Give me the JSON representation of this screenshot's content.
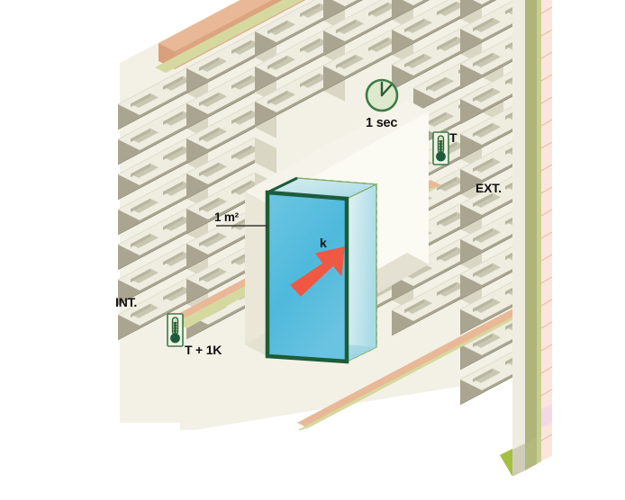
{
  "diagram": {
    "title": "Thermal conductivity through a wall assembly",
    "type": "isometric-technical-illustration",
    "background_color": "#ffffff",
    "labels": {
      "interior": "INT.",
      "exterior": "EXT.",
      "time": "1 sec",
      "temperature_exterior": "T",
      "temperature_interior": "T + 1K",
      "area": "1 m²",
      "conductivity_symbol": "k"
    },
    "icons": {
      "clock": "clock-icon",
      "thermometer_ext": "thermometer-icon",
      "thermometer_int": "thermometer-icon",
      "heat_flow": "arrow-up-right-icon"
    },
    "colors": {
      "block_face": "#a9a590",
      "block_top": "#efece0",
      "block_side": "#d9d6c4",
      "block_cavity": "#c9c6b2",
      "insulation": "#d5d9a0",
      "render_exterior": "#e9b896",
      "render_shadow": "#d9a07e",
      "glass_front": "#57bdde",
      "glass_side": "#bfe3e8",
      "glass_top": "#cfe8ec",
      "frame_green": "#1d5c3a",
      "dashed_green": "#7fa85f",
      "arrow_red": "#ef5843",
      "icon_green_dark": "#1d5c3a",
      "icon_green_light": "#dde9cd",
      "text": "#111111"
    },
    "annotations": {
      "leader_line": "1 m² leader pointing to cube front face",
      "cube_meaning": "1 m² unit area sample of wall",
      "arrow_meaning": "heat flow direction from interior to exterior"
    },
    "wall": {
      "construction": "hollow concrete block with exterior insulation and render",
      "layers": [
        "hollow blockwork",
        "insulation board",
        "exterior render"
      ],
      "opening": "square opening housing the 1 m² sample cube"
    }
  }
}
